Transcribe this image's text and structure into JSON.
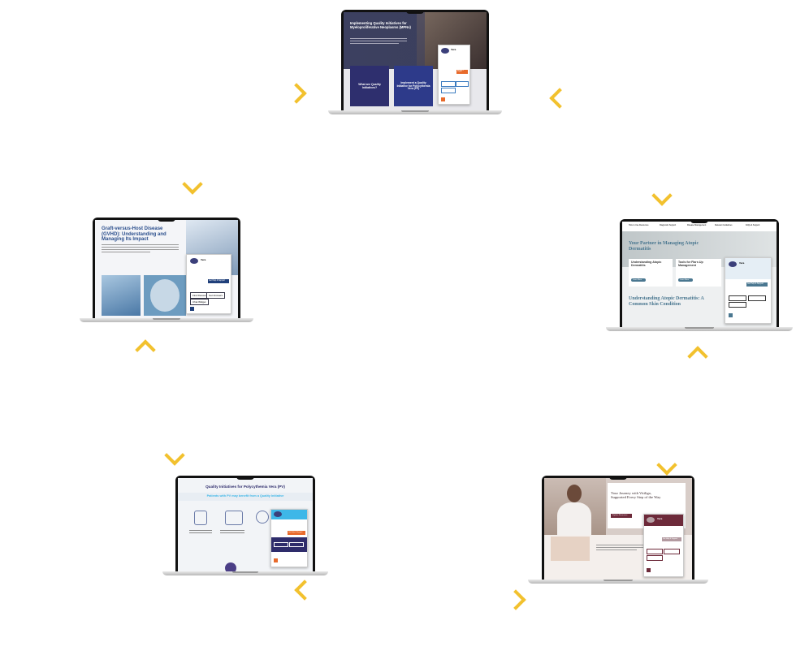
{
  "colors": {
    "accent_arrow": "#f2c12e",
    "mpn_navy": "#2f2c6b",
    "pv_blue": "#3eb7e8",
    "ad_teal": "#4a7790",
    "vit_maroon": "#6d2a3a",
    "chat_orange": "#e86a2b"
  },
  "laptops": [
    {
      "id": "mpn",
      "title": "Implementing Quality Initiatives for Myeloproliferative Neoplasms (MPNs)",
      "cards": [
        "What are Quality Initiatives?",
        "Implement a Quality Initiative for Polycythemia Vera (PV)"
      ],
      "chat_name": "Vera",
      "chat_button": "Get Help & Support"
    },
    {
      "id": "gvhd",
      "title": "Graft-versus-Host Disease (GVHD): Understanding and Managing Its Impact",
      "chat_name": "Vera",
      "chat_button": "Get Help & Support",
      "chips": [
        "Find Resources",
        "Get Answers",
        "Chat Widget"
      ]
    },
    {
      "id": "ad",
      "nav": [
        "How to Use Resources",
        "Diagnostic Support",
        "Disease Management",
        "Relevant Guidelines",
        "FAQs & Support"
      ],
      "title": "Your Partner in Managing Atopic Dermatitis",
      "cards": [
        "Understanding Atopic Dermatitis",
        "Tools for Flare-Up Management"
      ],
      "card_button": "Learn More",
      "subtitle": "Understanding Atopic Dermatitis: A Common Skin Condition",
      "chat_name": "Vera",
      "chat_button": "Get Help & Support"
    },
    {
      "id": "pv",
      "title": "Quality Initiatives for Polycythemia Vera (PV)",
      "banner": "Patients with PV may benefit from a Quality Initiative",
      "chat_button": "Get Help & Support"
    },
    {
      "id": "vit",
      "title": "Your Journey with Vitiligo, Supported Every Step of the Way",
      "cta": "Explore Resources",
      "chat_name": "Vera",
      "chat_button": "Get Help & Support"
    }
  ]
}
